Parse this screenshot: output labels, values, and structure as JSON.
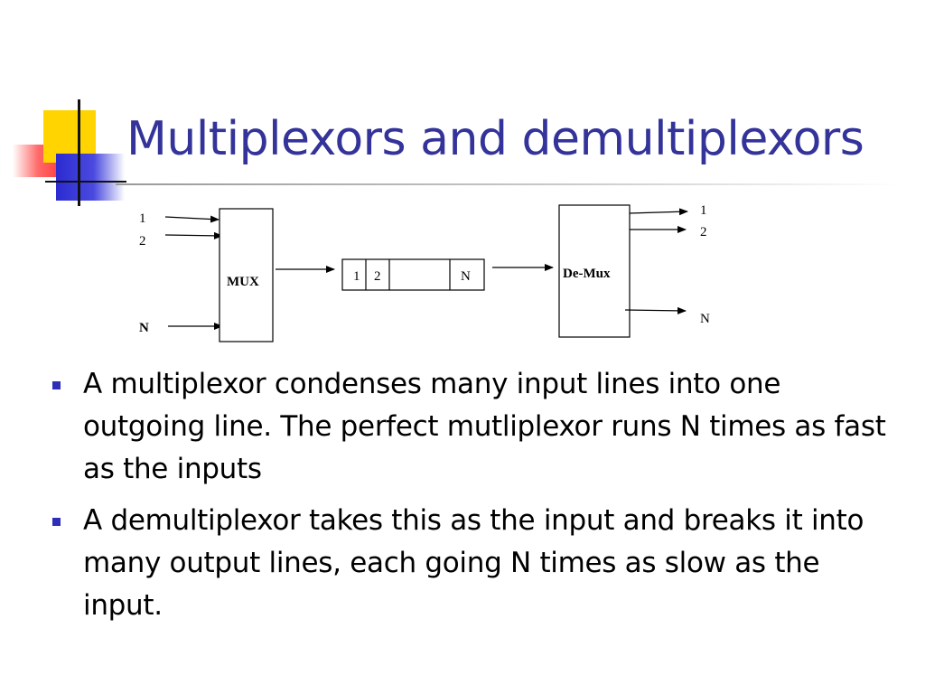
{
  "slide": {
    "title": "Multiplexors and demultiplexors"
  },
  "diagram": {
    "mux": {
      "label": "MUX",
      "inputs": [
        "1",
        "2",
        "N"
      ]
    },
    "frame": {
      "slots": [
        "1",
        "2",
        "",
        "N"
      ]
    },
    "demux": {
      "label": "De-Mux",
      "outputs": [
        "1",
        "2",
        "N"
      ]
    }
  },
  "bullets": [
    "A multiplexor condenses many input lines into one outgoing line.  The perfect mutliplexor runs N times as fast as the inputs",
    "A demultiplexor takes this as the input and breaks it into many output lines, each going N times as slow as the input."
  ],
  "colors": {
    "title": "#33339a",
    "bullet": "#2e2eb8",
    "deco_yellow": "#ffd400",
    "deco_blue": "#2b2bd0",
    "deco_red": "#ff2020"
  }
}
